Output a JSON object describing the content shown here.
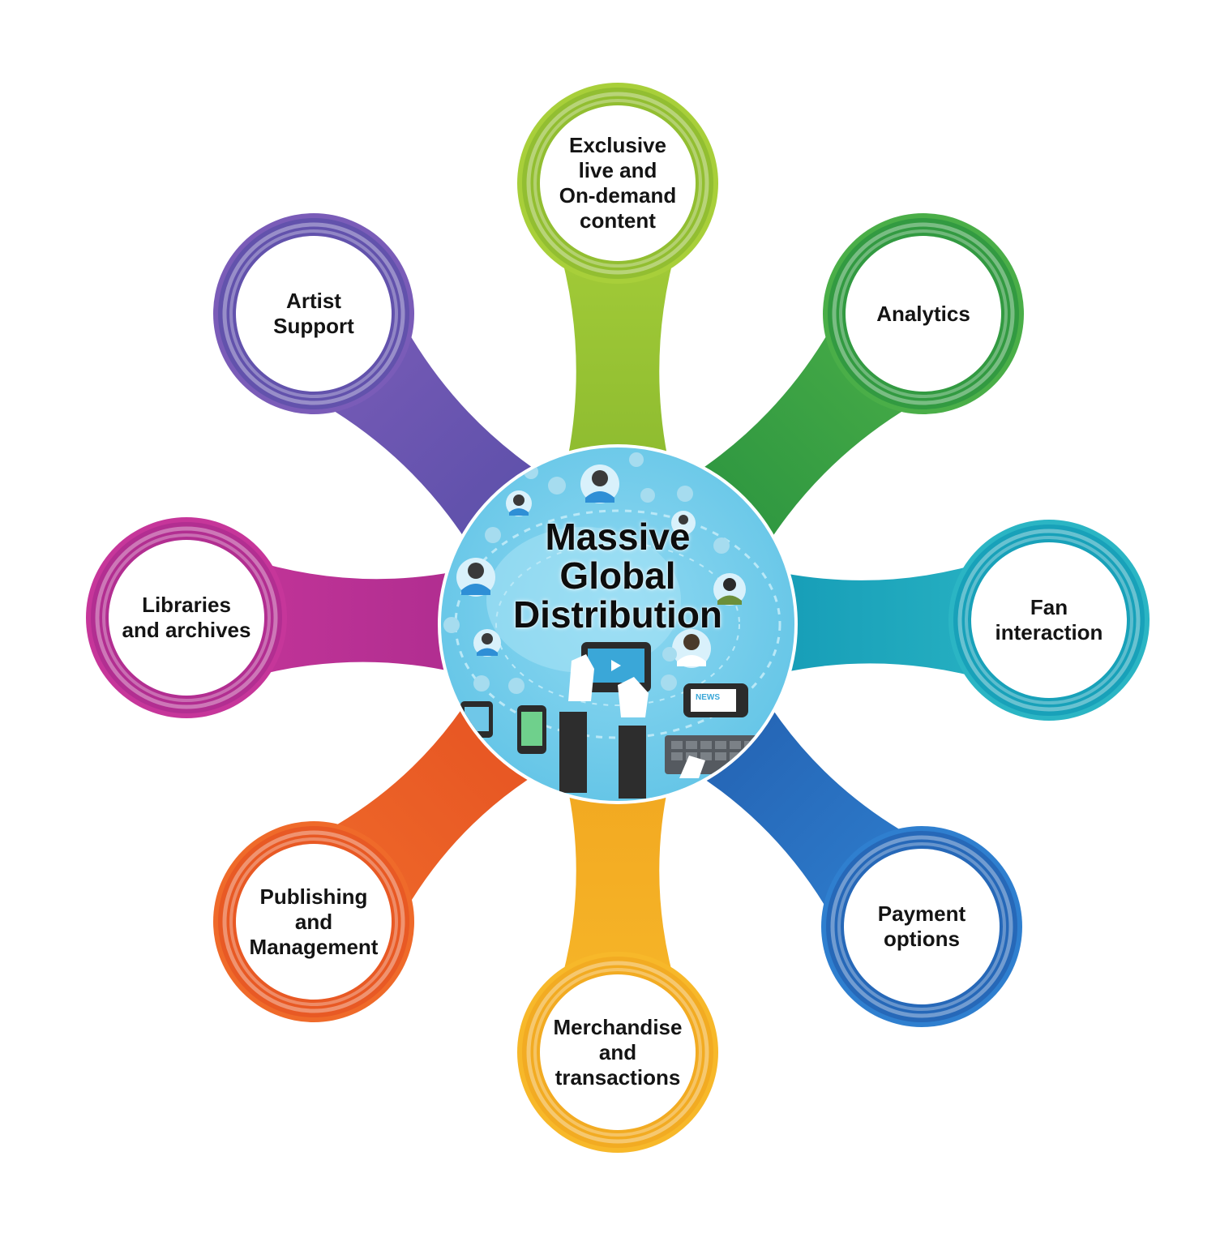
{
  "center": {
    "title": "Massive\nGlobal\nDistribution",
    "illustration_badge": "NEWS"
  },
  "nodes": [
    {
      "id": "exclusive-content",
      "label": "Exclusive\nlive and\nOn-demand\ncontent",
      "color": "#a8cf3a",
      "color_dark": "#7fb12a"
    },
    {
      "id": "analytics",
      "label": "Analytics",
      "color": "#4aae48",
      "color_dark": "#1f8a3c"
    },
    {
      "id": "fan-interaction",
      "label": "Fan\ninteraction",
      "color": "#2bb5c4",
      "color_dark": "#0a8fb0"
    },
    {
      "id": "payment-options",
      "label": "Payment\noptions",
      "color": "#2f7fcf",
      "color_dark": "#1f56a6"
    },
    {
      "id": "merchandise",
      "label": "Merchandise\nand\ntransactions",
      "color": "#f7b82a",
      "color_dark": "#efa01c"
    },
    {
      "id": "publishing",
      "label": "Publishing\nand\nManagement",
      "color": "#ef6a2a",
      "color_dark": "#e24a1f"
    },
    {
      "id": "libraries",
      "label": "Libraries\nand archives",
      "color": "#c6369a",
      "color_dark": "#a3288a"
    },
    {
      "id": "artist-support",
      "label": "Artist\nSupport",
      "color": "#7a5cb8",
      "color_dark": "#4f4aa3"
    }
  ]
}
